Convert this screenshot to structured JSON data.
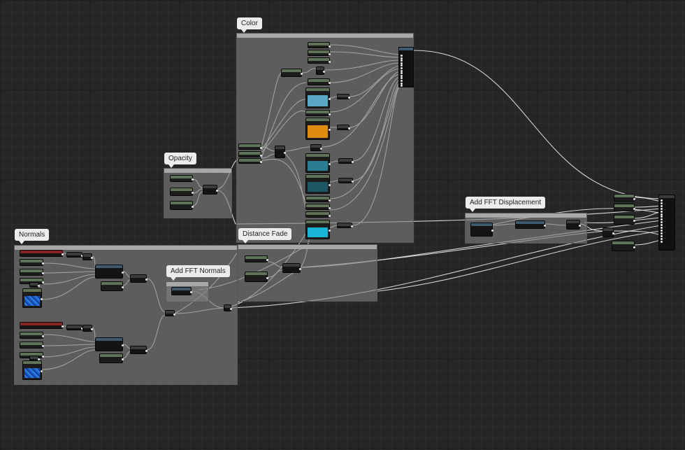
{
  "comments": {
    "color": "Color",
    "opacity": "Opacity",
    "normals": "Normals",
    "distance_fade": "Distance Fade",
    "add_fft_normals": "Add FFT Normals",
    "add_fft_displacement": "Add FFT Displacement"
  },
  "colors": {
    "wire": "#e8e8e8",
    "param_header": "#5f7456",
    "texture_a": "#1a5fc8",
    "swatch_light_blue": "#5aa8c4",
    "swatch_orange": "#e08a12",
    "swatch_teal": "#2b7e92",
    "swatch_dark_teal": "#1f5663",
    "swatch_cyan": "#1bb4d6"
  }
}
